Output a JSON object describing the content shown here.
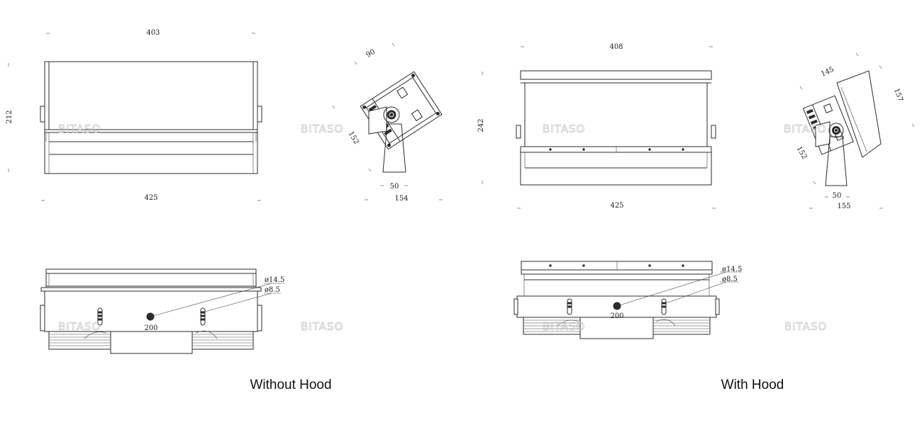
{
  "brand": {
    "watermark": "BITASO"
  },
  "captions": {
    "without_hood": "Without Hood",
    "with_hood": "With Hood"
  },
  "without_hood": {
    "front": {
      "top_width": "403",
      "bottom_width": "425",
      "height": "212"
    },
    "side": {
      "depth": "90",
      "side_height": "152",
      "pole_width": "50",
      "base_width": "154"
    },
    "bottom": {
      "hole_large": "ø14.5",
      "hole_small": "ø8.5",
      "spacing": "200"
    }
  },
  "with_hood": {
    "front": {
      "top_width": "408",
      "bottom_width": "425",
      "height": "242"
    },
    "side": {
      "depth": "145",
      "hood_length": "157",
      "side_height": "152",
      "pole_width": "50",
      "base_width": "155"
    },
    "bottom": {
      "hole_large": "ø14.5",
      "hole_small": "ø8.5",
      "spacing": "200"
    }
  }
}
